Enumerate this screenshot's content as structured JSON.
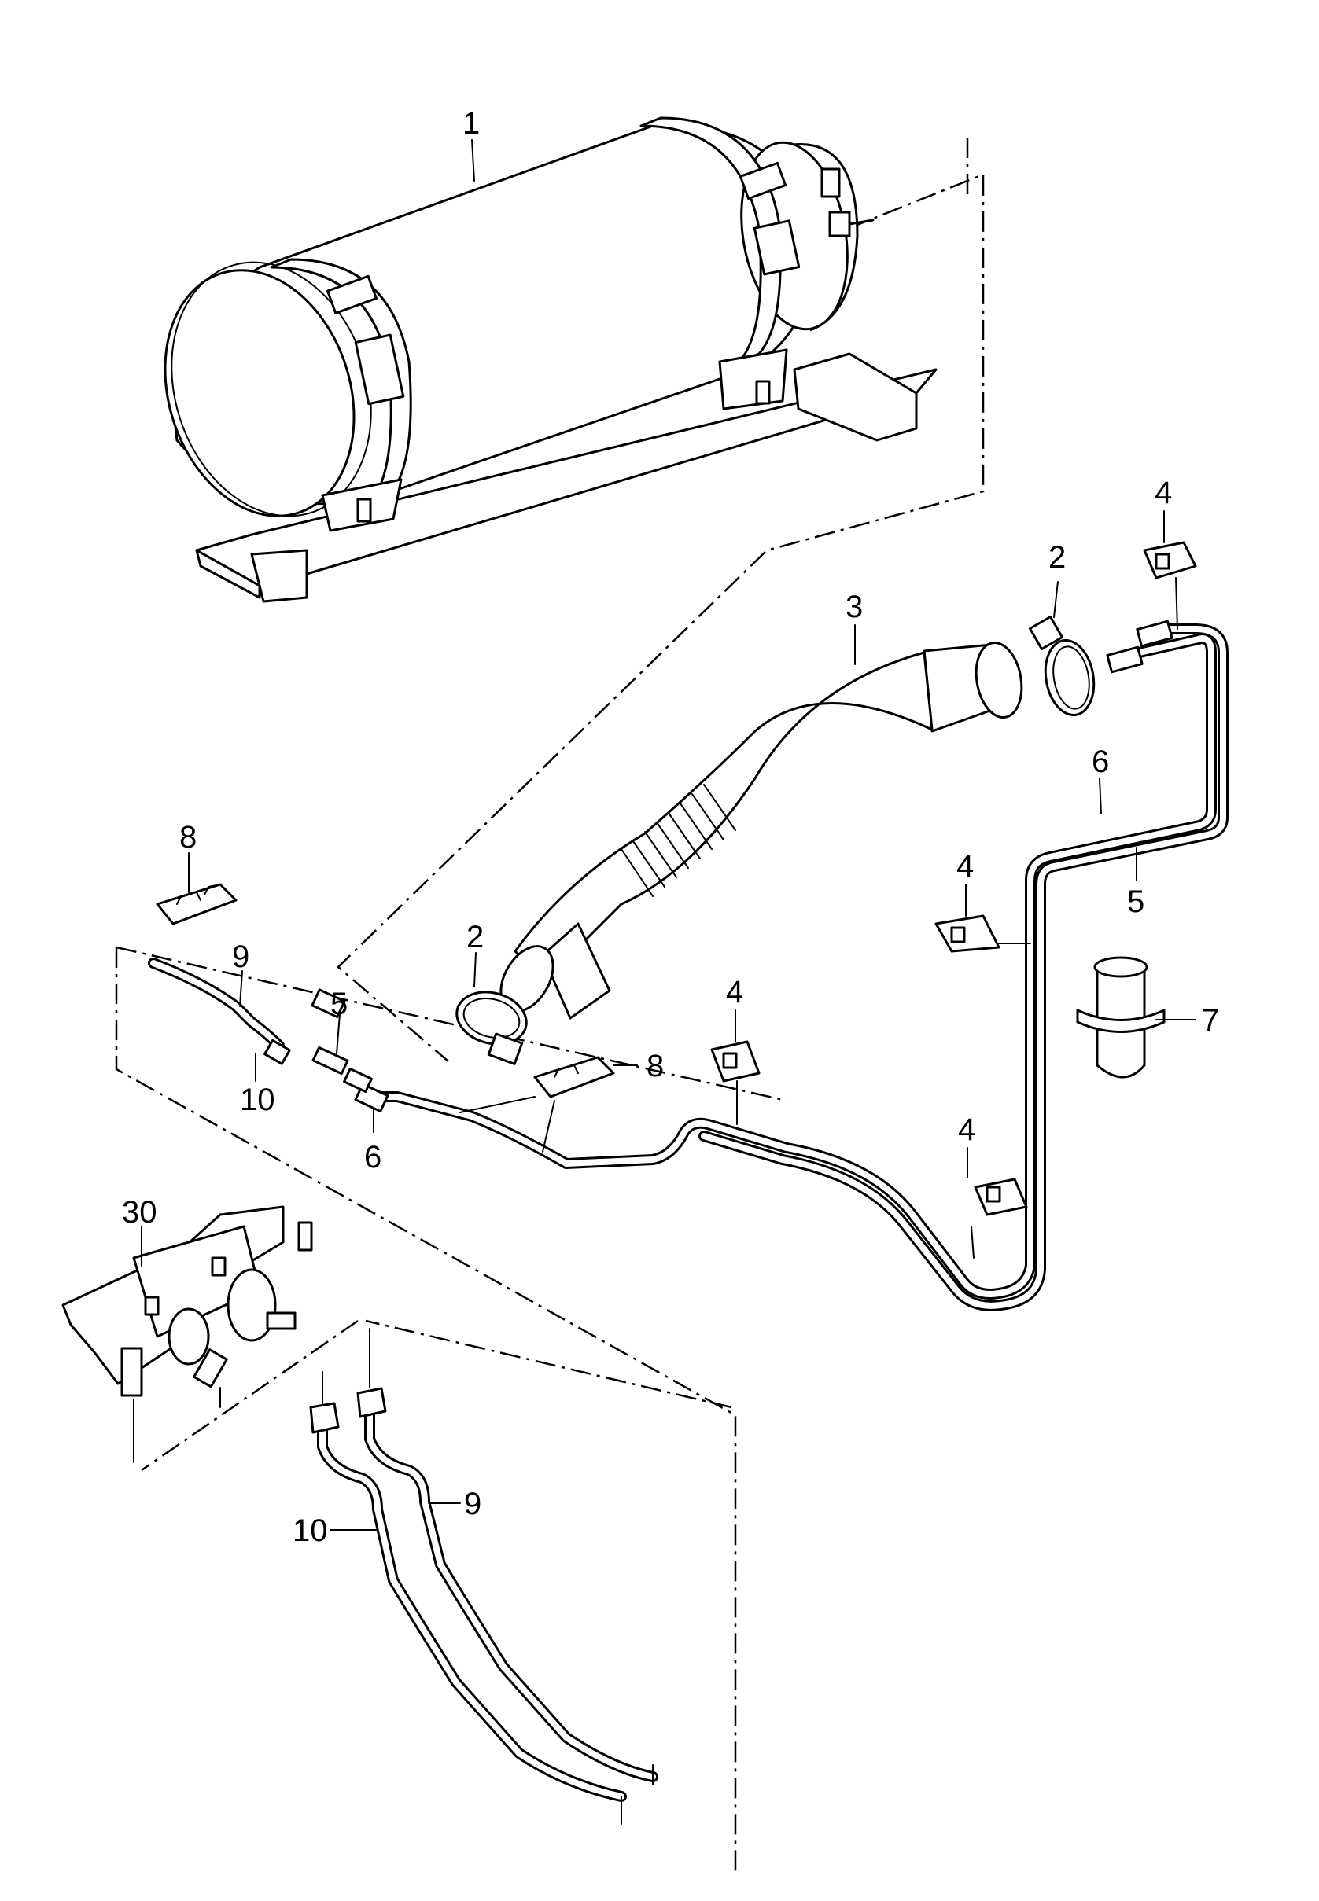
{
  "labels": {
    "tank": "1",
    "clamp_upper": "2",
    "clamp_lower": "2",
    "filler_hose": "3",
    "holder_top": "4",
    "holder_mid": "4",
    "holder_center": "4",
    "holder_lower": "4",
    "pipe_5_right": "5",
    "pipe_5_left": "5",
    "pipe_6_right": "6",
    "pipe_6_left": "6",
    "sleeve": "7",
    "clip_left": "8",
    "clip_center": "8",
    "line_9_upper": "9",
    "line_9_lower": "9",
    "line_10_upper": "10",
    "line_10_lower": "10",
    "regulator": "30"
  }
}
